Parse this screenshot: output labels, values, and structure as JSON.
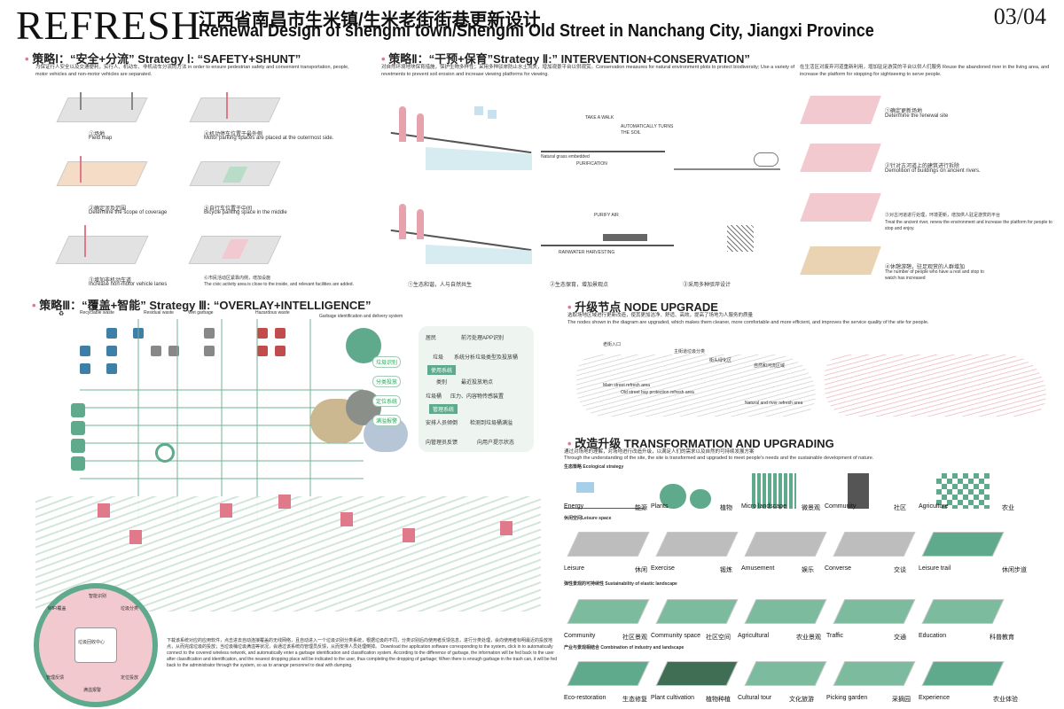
{
  "header": {
    "logo": "REFRESH",
    "title_cn": "江西省南昌市生米镇/生米老街街巷更新设计",
    "title_en": "Renewal Design of shengmi town/Shengmi Old Street in Nanchang City, Jiangxi Province",
    "page": "03/04"
  },
  "strategy1": {
    "title": "策略Ⅰ：“安全+分流”  Strategy Ⅰ: “SAFETY+SHUNT”",
    "desc": "为保证行人安全以及交通便利，实行人、机动车、非机动车分流的方法 in order to ensure pedestrian safety and convenient transportation, people, motor vehicles and non-motor vehicles are separated.",
    "steps": [
      {
        "cn": "①场地",
        "en": "Field map"
      },
      {
        "cn": "④机动停车位置于最外侧",
        "en": "Motor parking spaces are placed at the outermost side."
      },
      {
        "cn": "②确定涉及范围",
        "en": "Determine the scope of coverage"
      },
      {
        "cn": "⑤自行车位置于中间",
        "en": "Bicycle parking space in the middle"
      },
      {
        "cn": "③增加非机动车道",
        "en": "Increase non-motor vehicle lanes"
      },
      {
        "cn": "⑥市民活动区紧靠内侧，增加设施",
        "en": "The civic activity area is close to the inside, and relevant facilities are added."
      }
    ]
  },
  "strategy2": {
    "title": "策略Ⅱ：“干预+保育”Strategy Ⅱ:” INTERVENTION+CONSERVATION”",
    "desc": "对自然环境地块保育措施，保护生物多样性；采用多种驳岸防止水土流失，增加观景平台以供观赏。Conservation measures for natural environment plots to protect biodiversity; Use a variety of revetments to prevent soil erosion and increase viewing platforms for viewing.",
    "captions": [
      "①生态和谐，人与自然共生",
      "②生态保育，增加景观点",
      "③采用多种驳岸设计"
    ],
    "labels": [
      "TAKE A WALK",
      "AUTOMATICALLY TURNS THE SOIL",
      "PURIFICATION",
      "PURIFY AIR",
      "RAINWATER HARVESTING",
      "Natural grass embedded"
    ],
    "right_desc": "在生活区对废弃河道重新利用，增加驻足游赏的平台以供人们服务 Reuse the abandoned river in the living area, and increase the platform for stopping for sightseeing to serve people.",
    "right_steps": [
      {
        "cn": "①确定更新场地",
        "en": "Determine the renewal site"
      },
      {
        "cn": "②针对古河道上的建筑进行拆除",
        "en": "Demolition of buildings on ancient rivers."
      },
      {
        "cn": "③对古河道进行处理，环境更新，增加供人驻足游赏的平台",
        "en": "Treat the ancient river, renew the environment and increase the platform for people to stop and enjoy."
      },
      {
        "cn": "④休憩游憩，驻足观赏的人群增加",
        "en": "The number of people who have a rest and stop to watch has increased"
      }
    ]
  },
  "strategy3": {
    "title": "策略Ⅲ：“覆盖+智能” Strategy Ⅲ: “OVERLAY+INTELLIGENCE”",
    "waste": [
      "Recyclable waste",
      "Residual waste",
      "Wet garbage",
      "Hazardous waste",
      "Garbage identification and delivery system"
    ],
    "flow": [
      "居民",
      "前污处理APP识别",
      "垃圾",
      "系统分析垃圾类型及投放桶",
      "使用系统",
      "类别",
      "最近投放地点",
      "垃圾桶",
      "压力、内容物传感装置",
      "管理系统",
      "安排人员倾倒",
      "检测到垃圾桶满溢",
      "向管理员反馈",
      "向用户提示状态"
    ],
    "side_labels": [
      "垃圾识别",
      "分类投放",
      "定位系统",
      "满溢报警"
    ],
    "desc": "下载该系统对应的应用软件，点击进去自动连接覆盖的无线网络，且自动进入一个垃圾识别分类系统，根据垃圾的不同，分类识别后向使用者反馈信息，进行分类处理，会向使用者标明最近的投放地点，从而完成垃圾的投放；当垃圾桶垃圾满溢等状况，会通过该系统向管理员反馈，从而安排人员处理倒掉。 Download the application software corresponding to the system, click in to automatically connect to the covered wireless network, and automatically enter a garbage identification and classification system. According to the difference of garbage, the information will be fed back to the user after classification and identification, and the nearest dropping place will be indicated to the user, thus completing the dropping of garbage; When there is enough garbage in the trash can, it will be fed back to the administrator through the system, so as to arrange personnel to deal with dumping.",
    "wheel_center": "垃圾回收中心",
    "wheel_labels": [
      "WIFI覆盖",
      "智能识别",
      "垃圾分类",
      "定位投放",
      "满溢报警",
      "管理反馈"
    ]
  },
  "node": {
    "title": "升级节点  NODE UPGRADE",
    "desc_cn": "选取场地区域进行更新改造，使其更加洁净、舒适、高效，提高了场地为人服务的质量",
    "desc_en": "The nodes shown in the diagram are upgraded, which makes them cleaner, more comfortable and more efficient, and improves the service quality of the site for people.",
    "labels": [
      "老街入口",
      "主街道垃圾分类",
      "街头绿化区",
      "自然和河流区域",
      "Main street refresh area",
      "Old street bay protection refresh area",
      "Natural and river refresh area"
    ]
  },
  "transform": {
    "title": "改造升级  TRANSFORMATION AND UPGRADING",
    "desc_cn": "通过对场地的理解，对场地进行改造升级，以满足人们的需求以及自然的可持续发展方案",
    "desc_en": "Through the understanding of the site, the site is transformed and upgraded to meet people's needs and the sustainable development of nature.",
    "rows": [
      {
        "title": "生态策略 Ecological strategy",
        "items": [
          {
            "en": "Energy",
            "cn": "能源"
          },
          {
            "en": "Plants",
            "cn": "植物"
          },
          {
            "en": "Micro landscape",
            "cn": "微景观"
          },
          {
            "en": "Community",
            "cn": "社区"
          },
          {
            "en": "Agriculture",
            "cn": "农业"
          }
        ]
      },
      {
        "title": "休闲空间Leisure space",
        "items": [
          {
            "en": "Leisure",
            "cn": "休闲"
          },
          {
            "en": "Exercise",
            "cn": "锻炼"
          },
          {
            "en": "Amusement",
            "cn": "娱乐"
          },
          {
            "en": "Converse",
            "cn": "交谈"
          },
          {
            "en": "Leisure trail",
            "cn": "休闲步道"
          }
        ]
      },
      {
        "title": "弹性景观的可持续性 Sustainability of elastic landscape",
        "items": [
          {
            "en": "Community",
            "cn": "社区景观"
          },
          {
            "en": "Community space",
            "cn": "社区空间"
          },
          {
            "en": "Agricultural",
            "cn": "农业景观"
          },
          {
            "en": "Traffic",
            "cn": "交通"
          },
          {
            "en": "Education",
            "cn": "科普教育"
          }
        ]
      },
      {
        "title": "产业与景观相结合 Combination of industry and landscape",
        "items": [
          {
            "en": "Eco-restoration",
            "cn": "生态修复"
          },
          {
            "en": "Plant cultivation",
            "cn": "植物种植"
          },
          {
            "en": "Cultural tour",
            "cn": "文化旅游"
          },
          {
            "en": "Picking garden",
            "cn": "采摘园"
          },
          {
            "en": "Experience",
            "cn": "农业体验"
          }
        ]
      }
    ]
  },
  "colors": {
    "pink": "#e07a8a",
    "pink_light": "#f2c9cf",
    "green": "#5fa98c",
    "green_light": "#b9dcc9"
  }
}
